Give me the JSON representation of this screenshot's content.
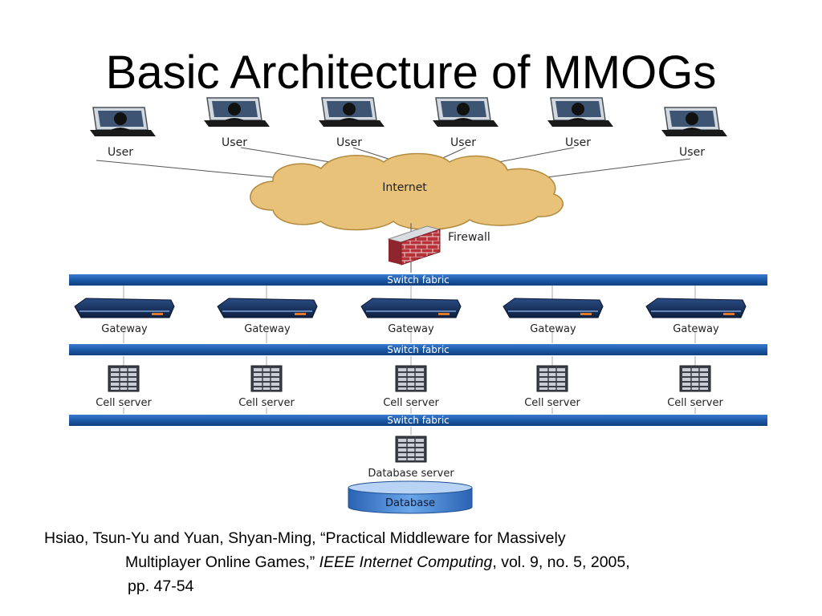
{
  "title": "Basic Architecture of MMOGs",
  "diagram": {
    "users": [
      "User",
      "User",
      "User",
      "User",
      "User",
      "User"
    ],
    "internet": "Internet",
    "firewall": "Firewall",
    "switch_fabrics": [
      "Switch fabric",
      "Switch fabric",
      "Switch fabric"
    ],
    "gateways": [
      "Gateway",
      "Gateway",
      "Gateway",
      "Gateway",
      "Gateway"
    ],
    "cell_servers": [
      "Cell server",
      "Cell server",
      "Cell server",
      "Cell server",
      "Cell server"
    ],
    "database_server": "Database server",
    "database": "Database"
  },
  "citation": {
    "line1": "Hsiao, Tsun-Yu and Yuan, Shyan-Ming, “Practical Middleware for Massively",
    "line2_prefix": "Multiplayer Online Games,” ",
    "line2_italic": "IEEE Internet Computing",
    "line2_suffix": ", vol. 9, no. 5, 2005,",
    "line3": "pp. 47-54"
  },
  "colors": {
    "cloud": "#e9c27a",
    "switch_bar": "#1c5aa8",
    "firewall": "#b8323a",
    "database": "#3f7fd0"
  }
}
